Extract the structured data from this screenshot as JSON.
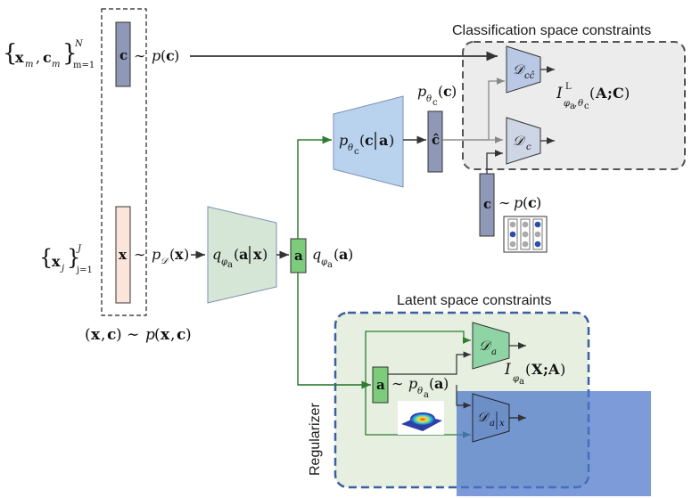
{
  "regions": {
    "classification_title": "Classification space constraints",
    "latent_title": "Latent space constraints",
    "regularizer_label": "Regularizer"
  },
  "dataset": {
    "labeled_set": "{x_m, c_m}_{m=1}^N",
    "unlabeled_set": "{x_j}_{j=1}^J",
    "joint": "(x, c) ~ p(x, c)",
    "c_prior": "p(c)",
    "x_dist": "p_D(x)"
  },
  "encoder": {
    "label": "q_φa(a|x)",
    "output": "a",
    "marginal": "q_φa(a)"
  },
  "classifier": {
    "label": "p_θc(c|a)",
    "output": "ĉ",
    "marginal": "p_θc(c)"
  },
  "discriminators": {
    "d_cc": "D_cĉ",
    "d_c": "D_c",
    "d_a": "D_a",
    "d_ax": "D_a|x"
  },
  "mutual_info": {
    "classification": "I^L_{φa,θc}(A;C)",
    "latent": "I_φa(X;A)"
  },
  "samples": {
    "c_sample": "c ~ p(c)",
    "a_sample": "a ~ p_θa(a)"
  },
  "colors": {
    "arrow_green": "#2e7d32",
    "latent_box_fill": "#e6efe0",
    "latent_box_border": "#3b5fa0",
    "class_box_fill": "#ececec",
    "class_box_border": "#555555",
    "encoder_fill": "#d5e6d6",
    "classifier_fill": "#b9d3ef",
    "a_fill": "#7ccc7c",
    "c_fill": "#8f98b6",
    "x_fill": "#fbe5da",
    "overlay": "#4a74c9"
  }
}
